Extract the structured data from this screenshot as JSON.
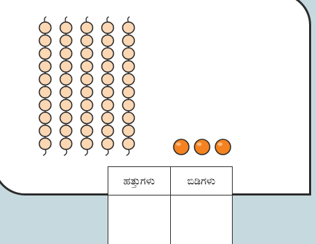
{
  "colors": {
    "background": "#c6d9de",
    "card": "#ffffff",
    "bead_light": "#fcd7b4",
    "bead_orange": "#f58220",
    "stroke": "#2b2b2b"
  },
  "abacus": {
    "rods": 5,
    "beads_per_rod": 10
  },
  "loose_beads": {
    "count": 3
  },
  "table": {
    "headers": [
      "ಹತ್ತುಗಳು",
      "ಬಿಡಿಗಳು"
    ],
    "cells": [
      "",
      ""
    ]
  }
}
